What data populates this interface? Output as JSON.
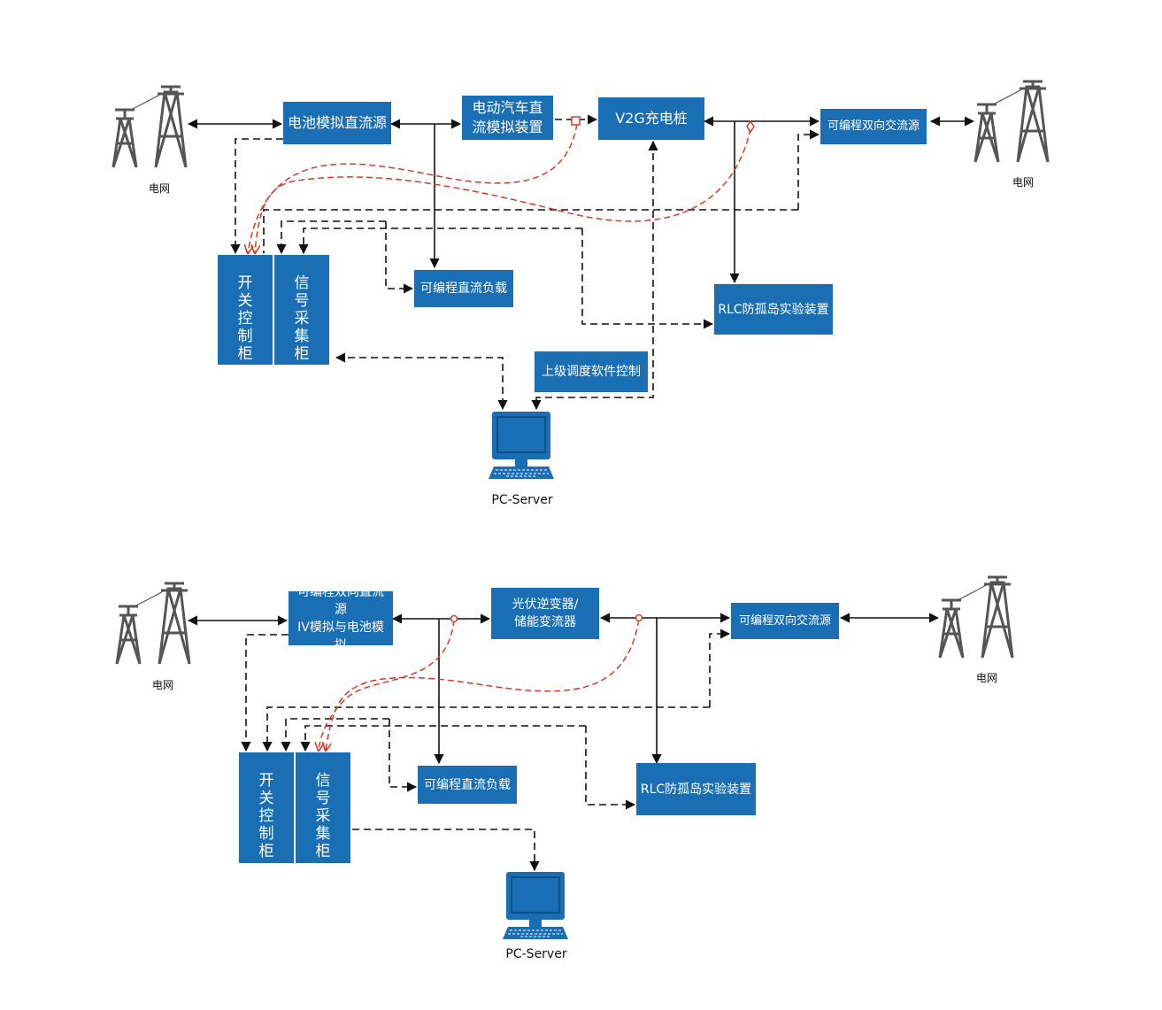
{
  "diagram1": {
    "grid_left_label": "电网",
    "grid_right_label": "电网",
    "battery_sim": "电池模拟直流源",
    "ev_sim_line1": "电动汽车直",
    "ev_sim_line2": "流模拟装置",
    "v2g": "V2G充电桩",
    "ac_source": "可编程双向交流源",
    "dc_load": "可编程直流负载",
    "rlc": "RLC防孤岛实验装置",
    "switch_cabinet": "开关控制柜",
    "signal_cabinet": "信号采集柜",
    "dispatch": "上级调度软件控制",
    "pc_label": "PC-Server"
  },
  "diagram2": {
    "grid_left_label": "电网",
    "grid_right_label": "电网",
    "dc_source_line1": "可编程双向直流源",
    "dc_source_line2": "IV模拟与电池模拟",
    "inverter_line1": "光伏逆变器/",
    "inverter_line2": "储能变流器",
    "ac_source": "可编程双向交流源",
    "dc_load": "可编程直流负载",
    "rlc": "RLC防孤岛实验装置",
    "switch_cabinet": "开关控制柜",
    "signal_cabinet": "信号采集柜",
    "pc_label": "PC-Server"
  },
  "colors": {
    "box_fill": "#1a6fb4",
    "box_text": "#ffffff",
    "power_line": "#111111",
    "signal_line": "#111111",
    "comm_line": "#d23a2a",
    "tower": "#555555",
    "pc_screen": "#1a6fb4"
  },
  "icons": [
    "transmission-tower-icon",
    "pc-monitor-icon"
  ]
}
